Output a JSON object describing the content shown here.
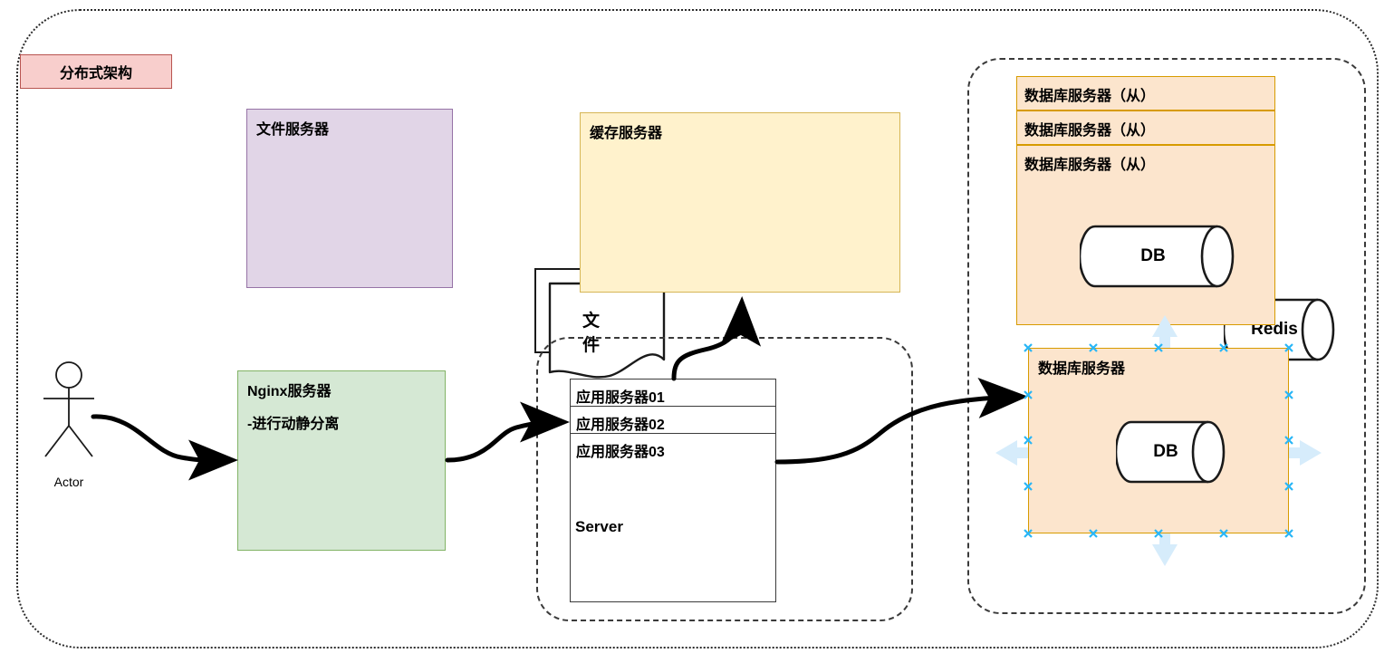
{
  "diagram": {
    "title": "分布式架构",
    "outer_border_style": "dotted"
  },
  "actor": {
    "label": "Actor",
    "icon": "stick-figure-actor"
  },
  "nginx_server": {
    "title": "Nginx服务器",
    "note": "-进行动静分离",
    "fill": "#d5e8d4",
    "stroke": "#82b366"
  },
  "file_server": {
    "title": "文件服务器",
    "icon_label": "文件",
    "fill": "#e1d5e7",
    "stroke": "#9673a6"
  },
  "cache_server": {
    "title": "缓存服务器",
    "cylinder_label": "Redis",
    "fill": "#fff2cc",
    "stroke": "#d6b656"
  },
  "app_group": {
    "cards": [
      {
        "label": "应用服务器01"
      },
      {
        "label": "应用服务器02"
      },
      {
        "label": "应用服务器03"
      }
    ],
    "server_text": "Server"
  },
  "db_group": {
    "slaves": [
      {
        "label": "数据库服务器（从）"
      },
      {
        "label": "数据库服务器（从）"
      },
      {
        "label": "数据库服务器（从）"
      }
    ],
    "slave_cylinder_label": "DB",
    "master": {
      "title": "数据库服务器",
      "cylinder_label": "DB",
      "selected": true,
      "handle_color": "#29b6f6",
      "direction_arrow_color": "#d6ecfb"
    },
    "fill": "#fce5cd",
    "stroke": "#d79b00"
  },
  "colors": {
    "title_badge_fill": "#f8cecc",
    "title_badge_stroke": "#b85450",
    "arrow_color": "#000000",
    "group_border": "#3a3a3a"
  }
}
